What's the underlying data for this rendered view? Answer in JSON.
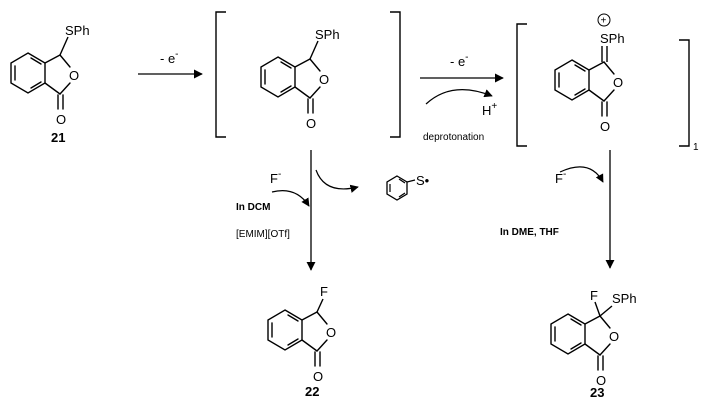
{
  "compound_21": {
    "number": "21",
    "substituent": "SPh",
    "carbonyl_o": "O",
    "ring_o": "O"
  },
  "step1": {
    "label": "- e",
    "superscript": "-"
  },
  "radical_cation": {
    "substituent": "SPh",
    "carbonyl_o": "O",
    "ring_o": "O"
  },
  "step2": {
    "label": "- e",
    "superscript": "-",
    "proton": "H",
    "proton_charge": "+",
    "note": "deprotonation"
  },
  "cation": {
    "substituent": "SPh",
    "charge": "+",
    "carbonyl_o": "O",
    "ring_o": "O",
    "bracket_index": "1"
  },
  "left_branch": {
    "nucleophile": "F",
    "nucleophile_charge": "-",
    "solvent": "In DCM",
    "additive": "[EMIM][OTf]"
  },
  "thiyl_radical": {
    "label": "S•"
  },
  "right_branch": {
    "nucleophile": "F",
    "nucleophile_charge": "-",
    "solvent": "In DME, THF"
  },
  "compound_22": {
    "number": "22",
    "substituent": "F",
    "carbonyl_o": "O",
    "ring_o": "O"
  },
  "compound_23": {
    "number": "23",
    "substituent_f": "F",
    "substituent_sph": "SPh",
    "carbonyl_o": "O",
    "ring_o": "O"
  }
}
